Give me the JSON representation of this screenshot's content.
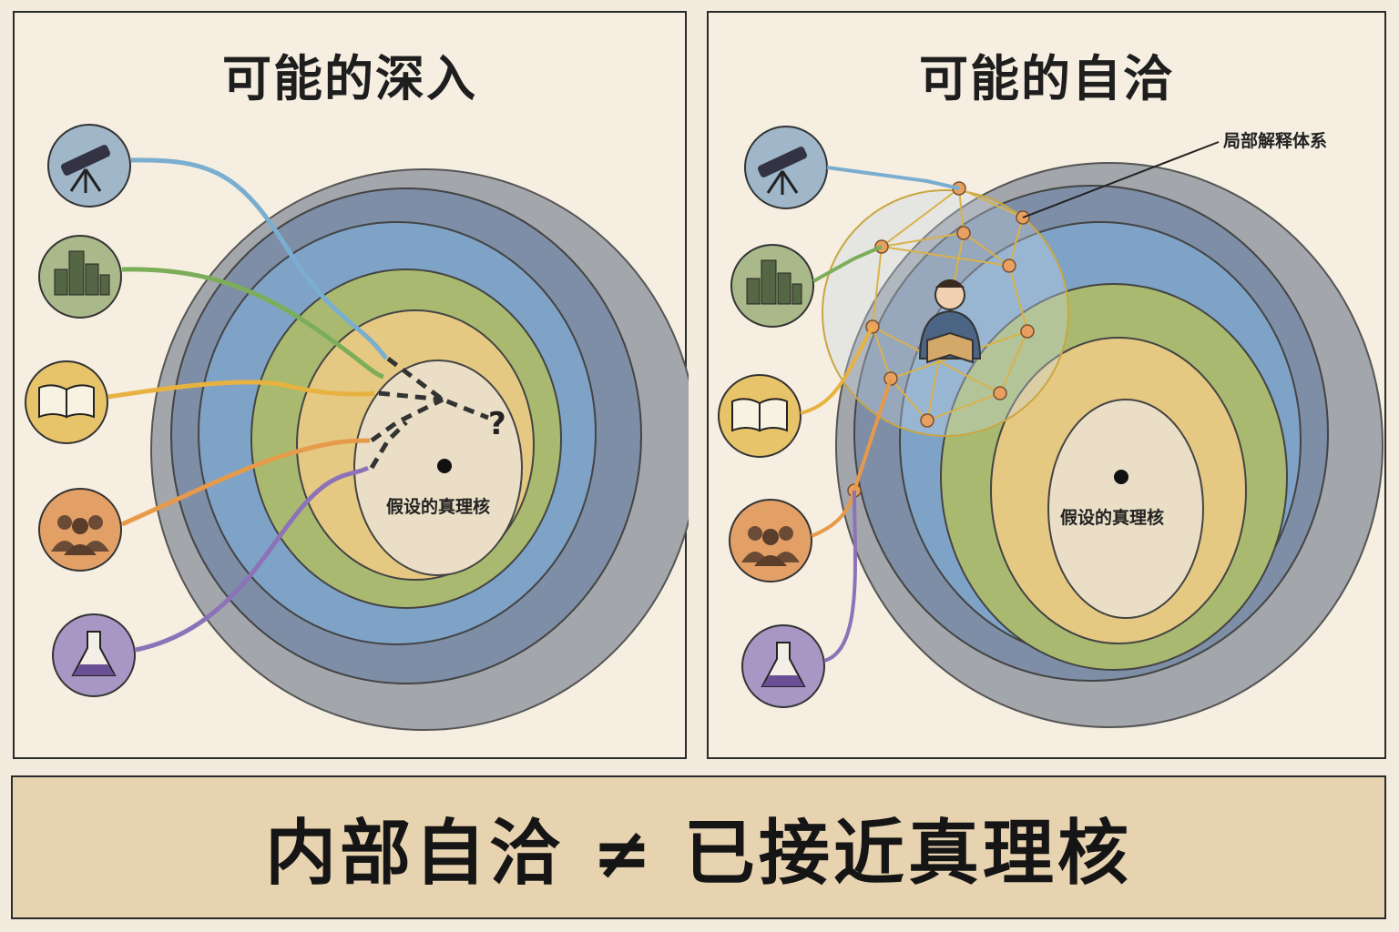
{
  "left_panel": {
    "title": "可能的深入",
    "core_label": "假设的真理核",
    "question_mark": "?"
  },
  "right_panel": {
    "title": "可能的自洽",
    "core_label": "假设的真理核",
    "callout": "局部解释体系"
  },
  "banner": {
    "text": "内部自洽 ≠ 已接近真理核"
  },
  "icons": [
    {
      "name": "telescope-icon",
      "color": "#9fb7c9"
    },
    {
      "name": "city-icon",
      "color": "#a9b98a"
    },
    {
      "name": "book-icon",
      "color": "#e7c36a"
    },
    {
      "name": "people-icon",
      "color": "#e3a066"
    },
    {
      "name": "flask-icon",
      "color": "#a897c4"
    }
  ],
  "colors": {
    "ring_outer": "#9aa0a6",
    "ring_slate": "#7f8ea3",
    "ring_blue": "#7aa0c4",
    "ring_green": "#a7b86f",
    "ring_yellow": "#e3c77e",
    "core": "#e8dcc2",
    "line_telescope": "#7aaed0",
    "line_city": "#7cae5a",
    "line_book": "#e8b240",
    "line_people": "#e69a4a",
    "line_flask": "#8c72b8"
  }
}
